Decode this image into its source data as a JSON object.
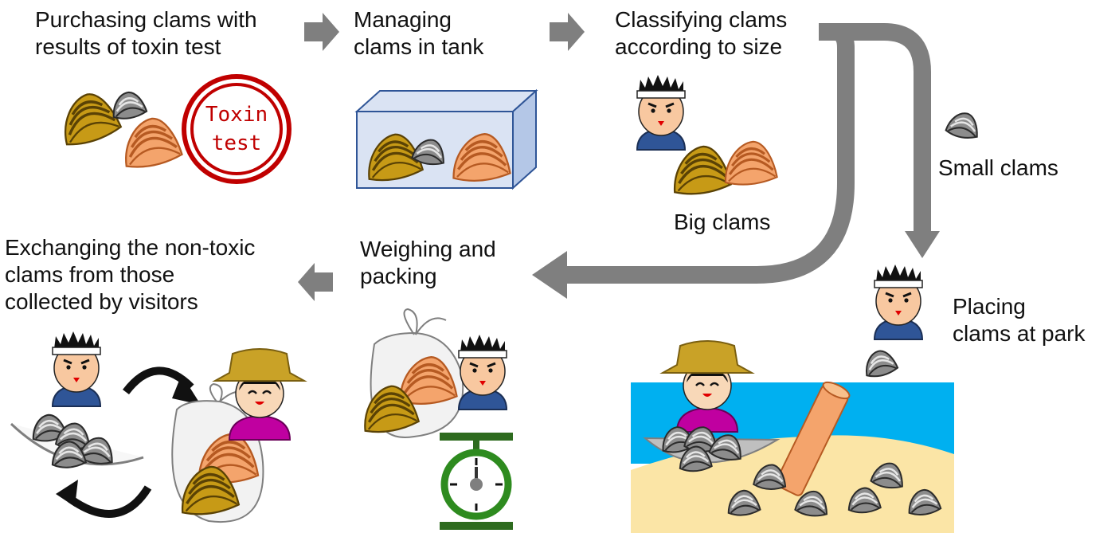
{
  "steps": {
    "purchase": [
      "Purchasing clams with",
      "results of toxin test"
    ],
    "tank": [
      "Managing",
      "clams in tank"
    ],
    "classify": [
      "Classifying clams",
      "according to size"
    ],
    "weigh": [
      "Weighing and",
      "packing"
    ],
    "exchange": [
      "Exchanging the non-toxic",
      "clams from those",
      "collected by visitors"
    ],
    "park": [
      "Placing",
      "clams at park"
    ]
  },
  "stamp": [
    "Toxin",
    "test"
  ],
  "sizes": {
    "big": "Big clams",
    "small": "Small clams"
  },
  "colors": {
    "arrow": "#7f7f7f",
    "stamp": "#c00000",
    "tank": "#dae3f3",
    "sea": "#00b0f0",
    "sand": "#fbe5a6",
    "clam_orange": "#f4a46c",
    "clam_yellow": "#c79a16",
    "clam_gray": "#8c8c8c",
    "hat": "#c9a227",
    "shirt_blue": "#2f5597",
    "shirt_magenta": "#c000a0",
    "scale_green": "#2e6b1f"
  }
}
